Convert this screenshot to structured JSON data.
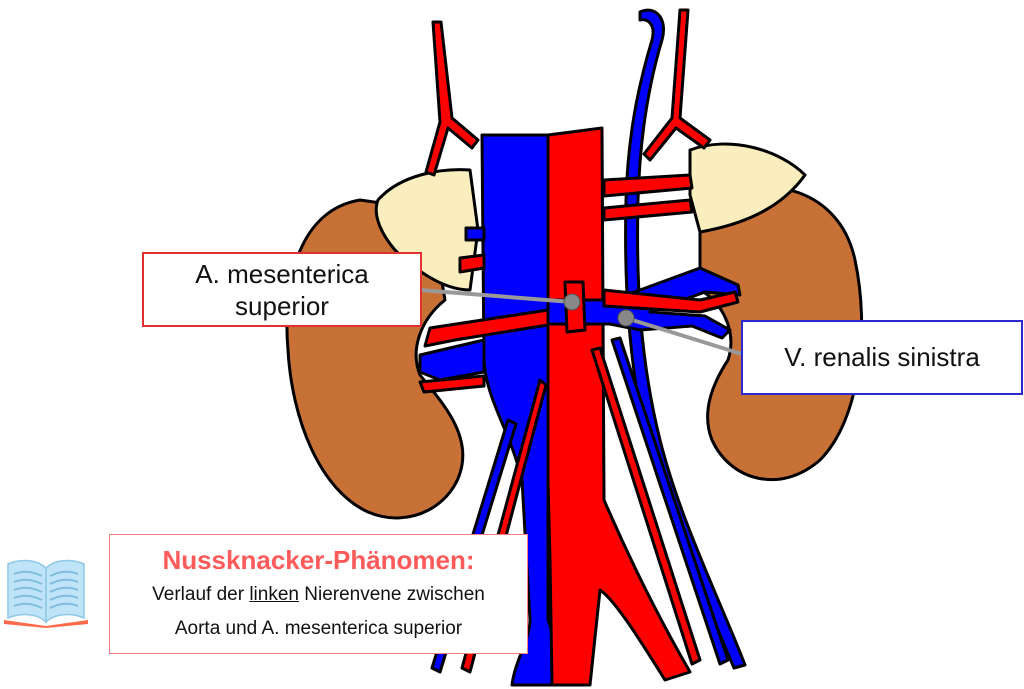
{
  "labels": {
    "sma": {
      "line1": "A. mesenterica",
      "line2": "superior"
    },
    "vrs": "V. renalis sinistra"
  },
  "info": {
    "title": "Nussknacker-Phänomen:",
    "line1_before": "Verlauf der ",
    "line1_underlined": "linken",
    "line1_after": " Nierenvene zwischen",
    "line2": "Aorta und A. mesenterica superior"
  },
  "colors": {
    "artery": "#ff0000",
    "vein": "#0000ff",
    "kidney": "#c87137",
    "adrenal": "#fbeebe",
    "sma_border": "#e03030",
    "vrs_border": "#2a2ad0",
    "info_title": "#ff5a5a"
  },
  "icons": {
    "info": "open-book-icon"
  }
}
